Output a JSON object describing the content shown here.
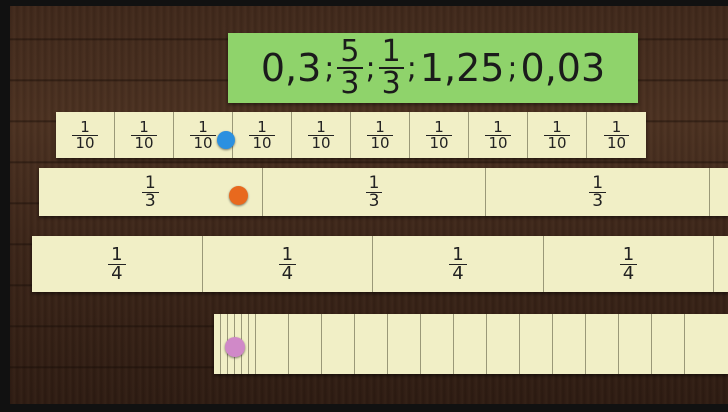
{
  "banner": {
    "items": [
      {
        "type": "decimal",
        "text": "0,3"
      },
      {
        "type": "fraction",
        "num": "5",
        "den": "3"
      },
      {
        "type": "fraction",
        "num": "1",
        "den": "3"
      },
      {
        "type": "decimal",
        "text": "1,25"
      },
      {
        "type": "decimal",
        "text": "0,03"
      }
    ],
    "separator": ";",
    "color": "#8fd36b"
  },
  "strips": {
    "tenths": {
      "num": "1",
      "den": "10",
      "count": 10
    },
    "thirds": {
      "num": "1",
      "den": "3",
      "count": 3,
      "partial_fraction": 0.08
    },
    "quarters": {
      "num": "1",
      "den": "4",
      "count": 4,
      "partial_fraction": 0.08
    },
    "ticks": {
      "count": 20
    }
  },
  "markers": [
    {
      "name": "blue-dot",
      "color": "#2b90e0"
    },
    {
      "name": "orange-dot",
      "color": "#e8691e"
    },
    {
      "name": "pink-dot",
      "color": "#d089c8"
    }
  ],
  "colors": {
    "strip": "#f1efc6",
    "floor": "#3e271a"
  }
}
